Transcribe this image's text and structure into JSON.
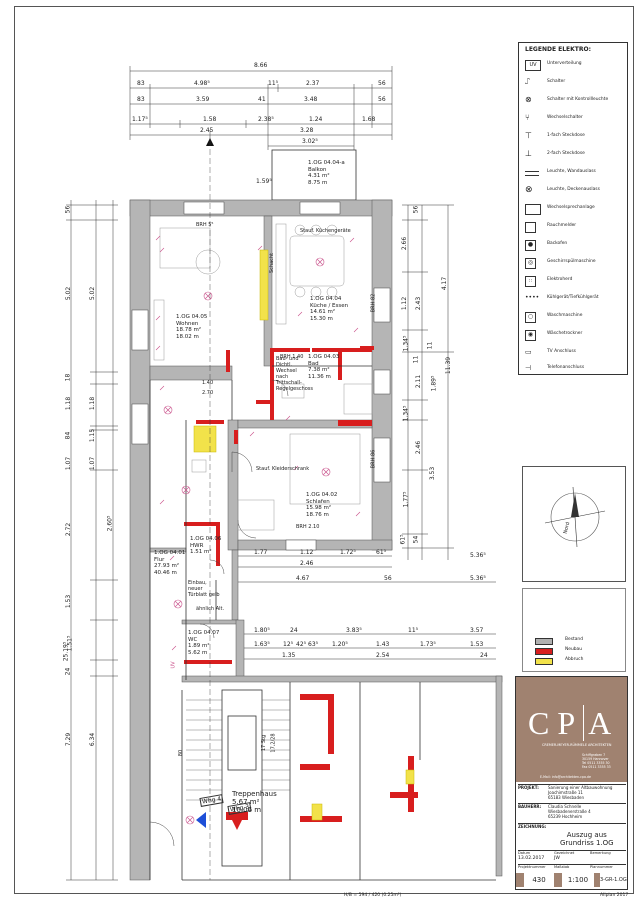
{
  "dimensions": {
    "top_rows": [
      [
        "8.66"
      ],
      [
        "83",
        "4.98⁵",
        "11⁵",
        "2.37",
        "56"
      ],
      [
        "83",
        "3.59",
        "41",
        "3.48",
        "56"
      ],
      [
        "1.17⁵",
        "1.58",
        "2.38⁵",
        "1.24",
        "1.68"
      ],
      [
        "2.45",
        "3.28"
      ],
      [
        "3.02⁵"
      ],
      [
        "1.59⁵"
      ]
    ],
    "left_outer": [
      "56",
      "5.02",
      "18",
      "1.18",
      "84",
      "1.07",
      "2.72",
      "1.53",
      "1.51⁵",
      "24",
      "7.29",
      "6.34",
      "25.19⁵"
    ],
    "left_inner": [
      "5.02",
      "1.18",
      "1.15",
      "1.07",
      "2.60⁵"
    ],
    "right_dims": [
      "56",
      "2.66",
      "2.43",
      "4.17",
      "1.12",
      "1.34⁵",
      "11",
      "2.11",
      "1.89⁵",
      "1.34⁵",
      "2.46",
      "3.53",
      "1.77⁵",
      "61⁵",
      "54",
      "11.39",
      "11"
    ],
    "middle_rows": [
      [
        "1.77",
        "1.12",
        "1.72⁵",
        "61⁵",
        "5.36⁵"
      ],
      [
        "2.46"
      ],
      [
        "4.67",
        "56",
        "5.36⁵"
      ],
      [
        "1.80⁵",
        "24",
        "3.83⁵",
        "11⁵",
        "3.57"
      ],
      [
        "1.63⁵",
        "12⁵",
        "42⁵",
        "63⁵",
        "1.20⁵",
        "1.43",
        "1.73⁵",
        "1.53"
      ],
      [
        "1.35",
        "2.54",
        "24"
      ]
    ],
    "misc": [
      "1.40",
      "2.70",
      "BRH 5⁵",
      "BRH 82",
      "BRH 86",
      "BRH 1.40",
      "BRH 2.10",
      "17 Stg",
      "17,2/28",
      "80",
      "Whg 4",
      "Whg 3",
      "UV"
    ]
  },
  "rooms": [
    {
      "name": "Wohnen",
      "id": "1.OG 04.05",
      "area": "18.78 m²",
      "perim": "18.02 m"
    },
    {
      "name": "Küche / Essen",
      "id": "1.OG 04.04",
      "area": "14.61 m²",
      "perim": "15.30 m"
    },
    {
      "name": "Balkon",
      "id": "1.OG 04.04-a",
      "area": "4.31 m²",
      "perim": "8.75 m"
    },
    {
      "name": "Bad",
      "id": "1.OG 04.03",
      "area": "7.38 m²",
      "perim": "11.36 m"
    },
    {
      "name": "Schlafen",
      "id": "1.OG 04.02",
      "area": "15.98 m²",
      "perim": "18.76 m"
    },
    {
      "name": "Flur",
      "id": "1.OG 04.01",
      "area": "27.93 m²",
      "perim": "40.46 m"
    },
    {
      "name": "HWR",
      "id": "1.OG 04.06",
      "area": "1.51 m²",
      "perim": ""
    },
    {
      "name": "WC",
      "id": "1.OG 04.07",
      "area": "1.89 m²",
      "perim": "5.62 m"
    },
    {
      "name": "Treppenhaus",
      "id": "",
      "area": "5.67 m²",
      "perim": "10.06 m"
    }
  ],
  "annotations": {
    "kitchen_note": "Stauf. Küchengeräte",
    "bed_note": "Stauf. Kleiderschrank",
    "bath_note": "Bau- und Dichtl. Wechsel nach Trittschall-Regelgeschoss",
    "schacht": "Schacht",
    "einbau": "Einbau, neuer Türblatt gelb",
    "ahnlich": "ähnlich Alt."
  },
  "legend": {
    "title": "LEGENDE ELEKTRO:",
    "items": [
      "Unterverteilung",
      "Schalter",
      "Schalter mit Kontrollleuchte",
      "Wechselschalter",
      "1-fach Steckdose",
      "2-fach Steckdose",
      "Leuchte, Wandauslass",
      "Leuchte, Deckenauslass",
      "Wechselsprechanlage",
      "Rauchmelder",
      "Backofen",
      "Geschirrspülmaschine",
      "Elektroherd",
      "Kühlgerät/Tiefkühlgerät",
      "Waschmaschine",
      "Wäschetrockner",
      "TV Anschluss",
      "Telefonanschluss"
    ],
    "uv_symbol": "UV"
  },
  "key": [
    {
      "label": "Bestand",
      "color": "#b0b0b0"
    },
    {
      "label": "Neubau",
      "color": "#d81e1e"
    },
    {
      "label": "Abbruch",
      "color": "#f2e24a"
    }
  ],
  "titleblock": {
    "logo_c": "C",
    "logo_p": "P",
    "logo_a": "A",
    "firm_line": "CREMER-MEYER-RÜMMELE ARCHITEKTEN",
    "address": [
      "Schiffgraben 7",
      "30159 Hannover",
      "Tel 0511 3355 30",
      "Fax 0511 3355 33"
    ],
    "email": "E-Mail: info@architekten-cpa.de",
    "projekt_label": "PROJEKT:",
    "projekt": [
      "Sanierung einer Altbauwohnung",
      "Joachimstraße 11",
      "65183 Wiesbaden"
    ],
    "bauherr_label": "BAUHERR:",
    "bauherr": [
      "Claudia Schnelle",
      "Wiesbadenerstraße 4",
      "65239 Hochheim"
    ],
    "zeichnung_label": "ZEICHNUNG:",
    "drawing_title": [
      "Auszug aus",
      "Grundriss 1.OG"
    ],
    "headers": [
      "Datum",
      "Gezeichnet",
      "Bemerkung"
    ],
    "date": "13.02.2017",
    "drawn_by": "JW",
    "headers2": [
      "Projektnummer",
      "Maßstab",
      "Plannummer"
    ],
    "projnr": "430",
    "scale": "1:100",
    "plan_no": "3-GR-1.OG"
  },
  "footer": {
    "size": "H/B = 594 / 420 (0.25m²)",
    "software": "Allplan 2017"
  },
  "north_label": "Nord",
  "colors": {
    "wall": "#b5b5b5",
    "new": "#d81e1e",
    "demo": "#f2e24a",
    "electric": "#c9508a",
    "dimension": "#333333",
    "brand": "#a08270"
  }
}
